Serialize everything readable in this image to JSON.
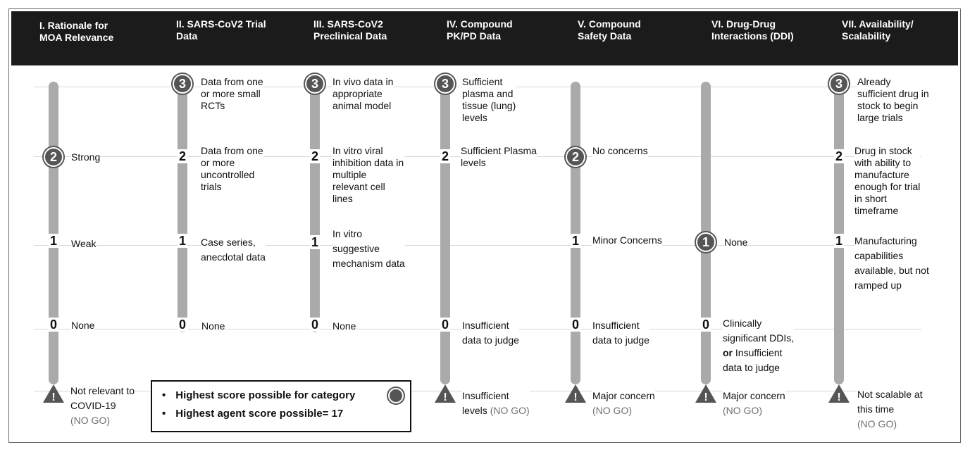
{
  "columns": [
    {
      "title": "I. Rationale for\nMOA Relevance",
      "levels": {
        "2": "Strong",
        "1": "Weak",
        "0": "None"
      },
      "no_go": {
        "text": "Not relevant to\nCOVID-19",
        "tag": "(NO GO)"
      }
    },
    {
      "title": "II. SARS-CoV2 Trial\nData",
      "levels": {
        "3": "Data from one\nor more small\nRCTs",
        "2": "Data from one\nor more\nuncontrolled\ntrials",
        "1": "Case series,\nanecdotal data",
        "0": "None"
      }
    },
    {
      "title": "III. SARS-CoV2\nPreclinical Data",
      "levels": {
        "3": "In vivo data in\nappropriate\nanimal model",
        "2": "In vitro viral\ninhibition data in\nmultiple\nrelevant cell\nlines",
        "1": "In vitro\nsuggestive\nmechanism data",
        "0": "None"
      }
    },
    {
      "title": "IV. Compound\nPK/PD Data",
      "levels": {
        "3": "Sufficient\nplasma and\ntissue (lung)\nlevels",
        "2": "Sufficient Plasma\nlevels",
        "0": "Insufficient\ndata to judge"
      },
      "no_go": {
        "text": "Insufficient\nlevels",
        "tag": "(NO GO)"
      }
    },
    {
      "title": "V. Compound\nSafety Data",
      "levels": {
        "2": "No concerns",
        "1": "Minor Concerns",
        "0": "Insufficient\ndata to judge"
      },
      "no_go": {
        "text": "Major concern",
        "tag": "(NO GO)"
      }
    },
    {
      "title": "VI. Drug-Drug\nInteractions (DDI)",
      "levels": {
        "1": "None",
        "0a": "Clinically\nsignificant DDIs,",
        "0b": "or",
        "0c": " Insufficient\ndata to judge"
      },
      "no_go": {
        "text": "Major concern",
        "tag": "(NO GO)"
      }
    },
    {
      "title": "VII. Availability/\nScalability",
      "levels": {
        "3": "Already\nsufficient drug in\nstock to begin\nlarge trials",
        "2": "Drug in stock\nwith ability to\nmanufacture\nenough for trial\nin short\ntimeframe",
        "1": "Manufacturing\ncapabilities\navailable, but not\nramped up"
      },
      "no_go": {
        "text": "Not scalable at\nthis time",
        "tag": "(NO GO)"
      }
    }
  ],
  "score_labels": {
    "three": "3",
    "two": "2",
    "one": "1",
    "zero": "0"
  },
  "legend": {
    "bullet": "•",
    "item1": "Highest score possible for category",
    "item2": "Highest agent score possible= 17"
  },
  "colors": {
    "header": "#1b1b1b",
    "track": "#aaaaaa",
    "badge": "#555555",
    "no_go_tag": "#707070"
  }
}
